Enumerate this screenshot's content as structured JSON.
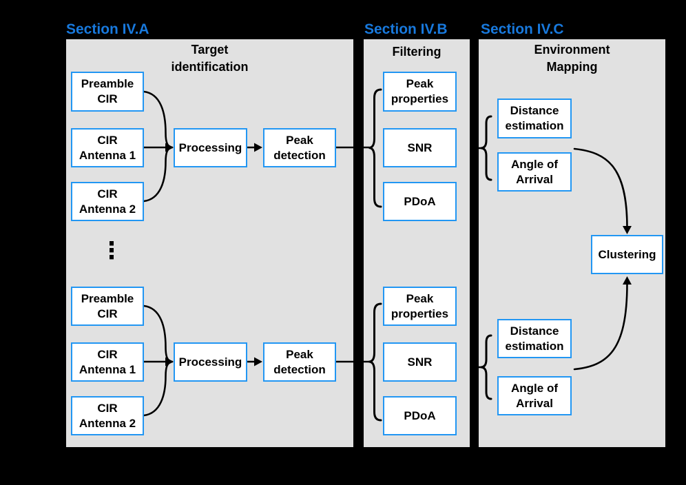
{
  "diagram": {
    "sections": {
      "a": {
        "label": "Section IV.A",
        "title": "Target\nidentification"
      },
      "b": {
        "label": "Section IV.B",
        "title": "Filtering"
      },
      "c": {
        "label": "Section IV.C",
        "title": "Environment\nMapping"
      }
    },
    "boxes": {
      "preamble_cir": "Preamble\nCIR",
      "cir_antenna_1": "CIR\nAntenna 1",
      "cir_antenna_2": "CIR\nAntenna 2",
      "processing": "Processing",
      "peak_detection": "Peak\ndetection",
      "peak_properties": "Peak\nproperties",
      "snr": "SNR",
      "pdoa": "PDoA",
      "distance_estimation": "Distance\nestimation",
      "angle_of_arrival": "Angle of\nArrival",
      "clustering": "Clustering"
    },
    "icons": {
      "vertical_ellipsis": "⋮"
    }
  },
  "colors": {
    "background": "#000000",
    "panel": "#e1e1e1",
    "box_fill": "#ffffff",
    "box_border": "#2196f3",
    "section_label": "#1879dd",
    "text": "#000000",
    "connector": "#000000"
  }
}
